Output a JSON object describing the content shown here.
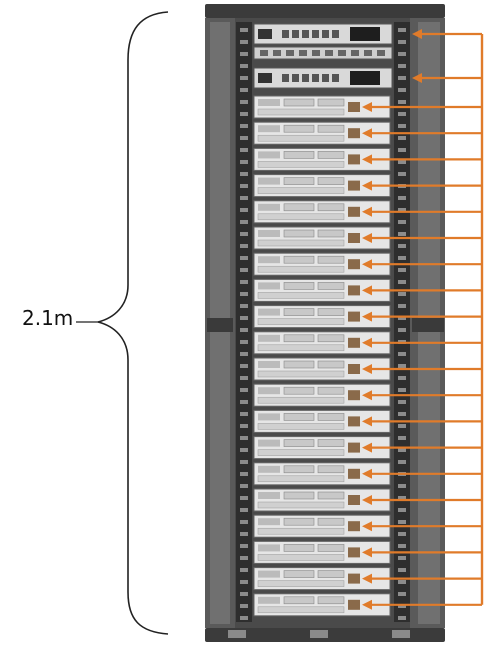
{
  "height_label": "2.1m",
  "colors": {
    "rack_frame": "#3b3b3b",
    "rack_dark": "#2a2a2a",
    "rack_panel": "#6e6e6e",
    "server_face": "#e6e6e6",
    "server_trim": "#9a9a9a",
    "cable": "#e07b2a",
    "brace": "#222222"
  },
  "rack": {
    "switch_count": 2,
    "server_count": 20
  }
}
